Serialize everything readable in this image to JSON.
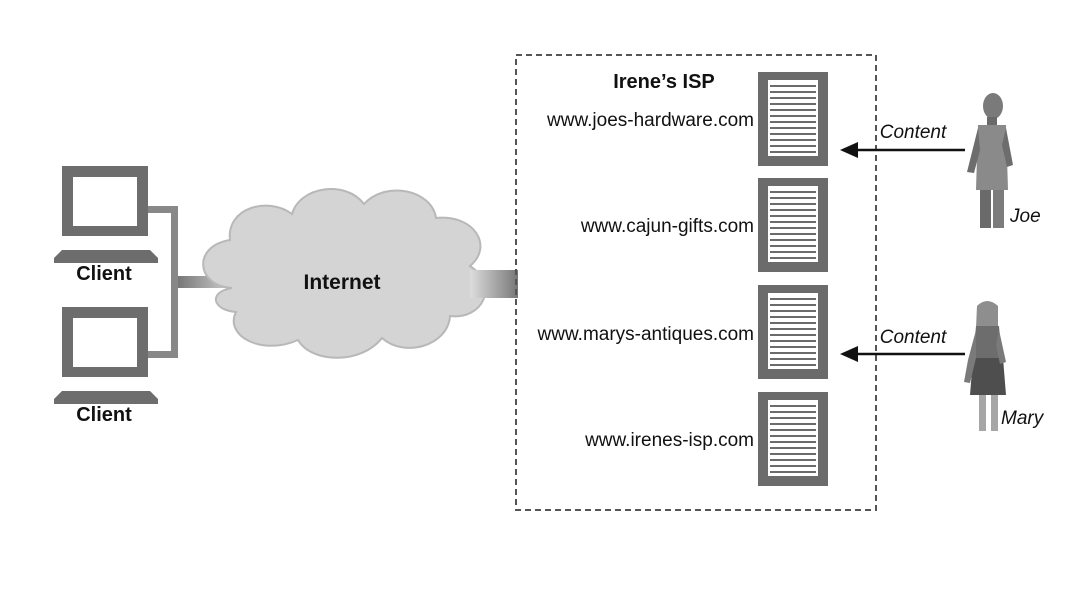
{
  "clients": [
    {
      "label": "Client"
    },
    {
      "label": "Client"
    }
  ],
  "internet": {
    "label": "Internet"
  },
  "isp": {
    "title": "Irene’s ISP",
    "servers": [
      {
        "domain": "www.joes-hardware.com"
      },
      {
        "domain": "www.cajun-gifts.com"
      },
      {
        "domain": "www.marys-antiques.com"
      },
      {
        "domain": "www.irenes-isp.com"
      }
    ]
  },
  "users": [
    {
      "name": "Joe",
      "arrow_label": "Content"
    },
    {
      "name": "Mary",
      "arrow_label": "Content"
    }
  ],
  "colors": {
    "monitor": "#6d6d6d",
    "cloud": "#d4d4d4",
    "server": "#6b6b6b",
    "person": "#7a7a7a",
    "border": "#555555"
  }
}
